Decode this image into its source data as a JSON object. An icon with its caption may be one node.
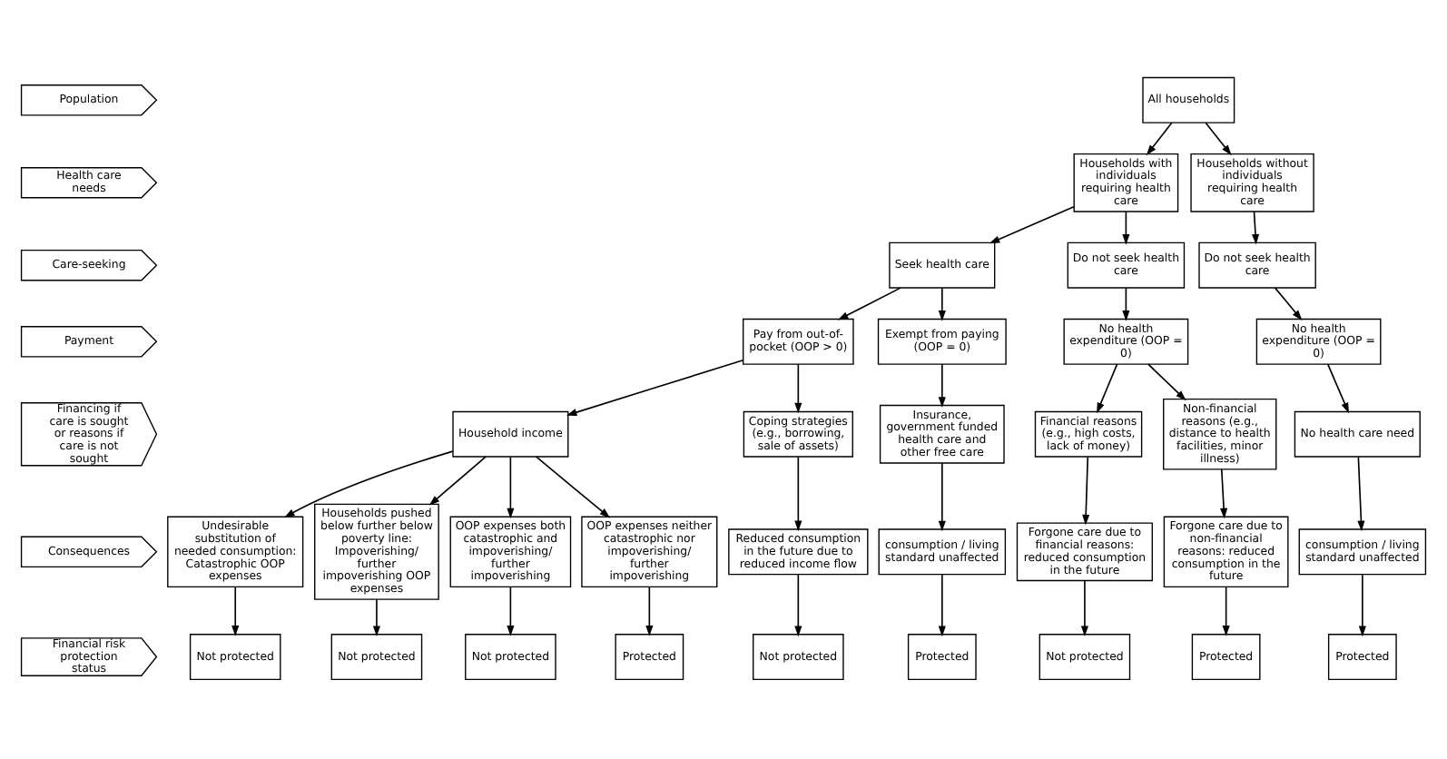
{
  "diagram": {
    "nodes": [
      {
        "text": [
          "Population"
        ]
      },
      {
        "text": [
          "Health care needs"
        ]
      },
      {
        "text": [
          "Care-seeking"
        ]
      },
      {
        "text": [
          "Payment"
        ]
      },
      {
        "text": [
          "Financing if care is sought or reasons if care is not sought"
        ]
      },
      {
        "text": [
          "Consequences"
        ]
      },
      {
        "text": [
          "Financial risk protection status"
        ]
      },
      {
        "text": [
          "All households"
        ]
      },
      {
        "text": [
          "Households with individuals requiring health care"
        ]
      },
      {
        "text": [
          "Households without individuals requiring health care"
        ]
      },
      {
        "text": [
          "Seek health care"
        ]
      },
      {
        "text": [
          "Do not seek health care"
        ]
      },
      {
        "text": [
          "Do not seek health care"
        ]
      },
      {
        "text": [
          "Pay from out-of-pocket (OOP > 0)"
        ]
      },
      {
        "text": [
          "Exempt from paying (OOP = 0)"
        ]
      },
      {
        "text": [
          "No health expenditure (OOP = 0)"
        ]
      },
      {
        "text": [
          "No health expenditure (OOP = 0)"
        ]
      },
      {
        "text": [
          "Household income"
        ]
      },
      {
        "text": [
          "Coping strategies (e.g., borrowing, sale of assets)"
        ]
      },
      {
        "text": [
          "Insurance, government funded health care and other free care"
        ]
      },
      {
        "text": [
          "Financial reasons (e.g., high costs, lack of money)"
        ]
      },
      {
        "text": [
          "Non-financial reasons (e.g., distance to health facilities, minor illness)"
        ]
      },
      {
        "text": [
          "No health care need"
        ]
      },
      {
        "text": [
          "Undesirable substitution of needed consumption: Catastrophic OOP expenses"
        ]
      },
      {
        "text": [
          "Households pushed below further below poverty line: Impoverishing/ further impoverishing OOP expenses"
        ]
      },
      {
        "text": [
          "OOP expenses both catastrophic and impoverishing/ further impoverishing"
        ]
      },
      {
        "text": [
          "OOP expenses neither catastrophic nor impoverishing/ further impoverishing"
        ]
      },
      {
        "text": [
          "Reduced consumption in the future due to reduced income flow"
        ]
      },
      {
        "text": [
          "consumption / living standard unaffected"
        ]
      },
      {
        "text": [
          "Forgone care due to financial reasons: reduced consumption in the future"
        ]
      },
      {
        "text": [
          "Forgone care due to non-financial reasons: reduced consumption in the future"
        ]
      },
      {
        "text": [
          "consumption / living standard unaffected"
        ]
      },
      {
        "text": [
          "Not protected"
        ]
      },
      {
        "text": [
          "Not protected"
        ]
      },
      {
        "text": [
          "Not protected"
        ]
      },
      {
        "text": [
          "Protected"
        ]
      },
      {
        "text": [
          "Not protected"
        ]
      },
      {
        "text": [
          "Protected"
        ]
      },
      {
        "text": [
          "Not protected"
        ]
      },
      {
        "text": [
          "Protected"
        ]
      },
      {
        "text": [
          "Protected"
        ]
      }
    ],
    "edges": [
      {
        "from": 7,
        "to": 8,
        "arrow": "to"
      },
      {
        "from": 7,
        "to": 9,
        "arrow": "to"
      },
      {
        "from": 8,
        "to": 10,
        "arrow": "to"
      },
      {
        "from": 8,
        "to": 11,
        "arrow": "to"
      },
      {
        "from": 9,
        "to": 12,
        "arrow": "to"
      },
      {
        "from": 10,
        "to": 13,
        "arrow": "to"
      },
      {
        "from": 10,
        "to": 14,
        "arrow": "to"
      },
      {
        "from": 11,
        "to": 15,
        "arrow": "to"
      },
      {
        "from": 12,
        "to": 16,
        "arrow": "to"
      },
      {
        "from": 13,
        "to": 17,
        "arrow": "to"
      },
      {
        "from": 13,
        "to": 18,
        "arrow": "to"
      },
      {
        "from": 14,
        "to": 19,
        "arrow": "to"
      },
      {
        "from": 15,
        "to": 20,
        "arrow": "to"
      },
      {
        "from": 15,
        "to": 21,
        "arrow": "to"
      },
      {
        "from": 16,
        "to": 22,
        "arrow": "to"
      },
      {
        "from": 17,
        "to": 23,
        "arrow": "to"
      },
      {
        "from": 17,
        "to": 24,
        "arrow": "to"
      },
      {
        "from": 17,
        "to": 25,
        "arrow": "to"
      },
      {
        "from": 17,
        "to": 26,
        "arrow": "to"
      },
      {
        "from": 18,
        "to": 27,
        "arrow": "to"
      },
      {
        "from": 19,
        "to": 28,
        "arrow": "to"
      },
      {
        "from": 20,
        "to": 29,
        "arrow": "to"
      },
      {
        "from": 21,
        "to": 30,
        "arrow": "to"
      },
      {
        "from": 22,
        "to": 31,
        "arrow": "to"
      },
      {
        "from": 23,
        "to": 32,
        "arrow": "to"
      },
      {
        "from": 24,
        "to": 33,
        "arrow": "to"
      },
      {
        "from": 25,
        "to": 34,
        "arrow": "to"
      },
      {
        "from": 26,
        "to": 35,
        "arrow": "to"
      },
      {
        "from": 27,
        "to": 36,
        "arrow": "to"
      },
      {
        "from": 28,
        "to": 37,
        "arrow": "to"
      },
      {
        "from": 29,
        "to": 38,
        "arrow": "to"
      },
      {
        "from": 30,
        "to": 39,
        "arrow": "to"
      },
      {
        "from": 31,
        "to": 40,
        "arrow": "to"
      }
    ]
  }
}
